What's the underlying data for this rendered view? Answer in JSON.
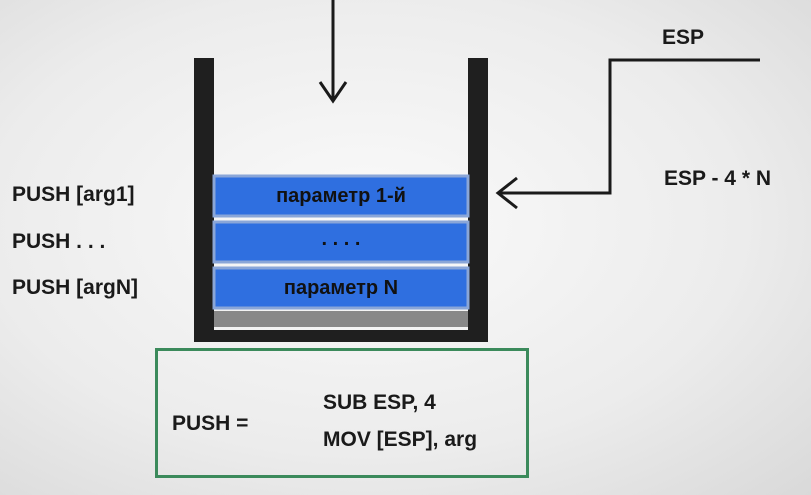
{
  "esp_label": "ESP",
  "esp_formula": "ESP -  4 * N",
  "push_lines": [
    "PUSH  [arg1]",
    "PUSH    . . .",
    "PUSH  [argN]"
  ],
  "stack_blocks": [
    "параметр 1-й",
    ". . . .",
    "параметр N"
  ],
  "equation": {
    "lhs": "PUSH  =",
    "rhs": [
      "SUB  ESP, 4",
      "MOV  [ESP], arg"
    ]
  },
  "colors": {
    "block_fill": "#2f6fe0",
    "block_border": "#8aa6d8",
    "container": "#1f1f1f",
    "bottom_bar": "#888888",
    "box_border": "#3b8a5b"
  }
}
